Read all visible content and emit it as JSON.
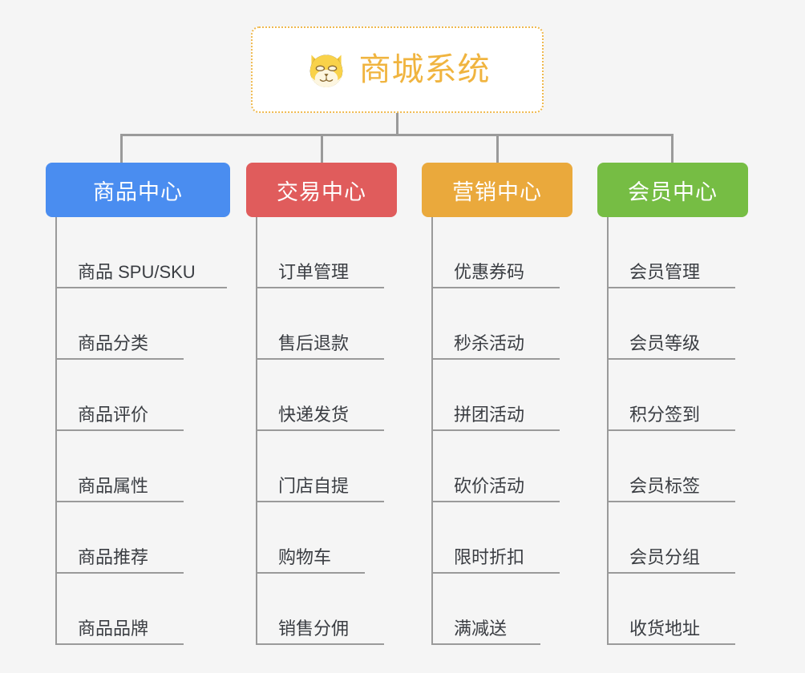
{
  "page": {
    "background_color": "#f5f5f5",
    "type": "mindmap"
  },
  "root": {
    "title": "商城系统",
    "icon": "shiba-dog-face-emoji",
    "text_color": "#f0b43f",
    "border_color": "#efb94f",
    "background_color": "#ffffff"
  },
  "connector_color": "#9a9a9a",
  "branches": [
    {
      "label": "商品中心",
      "color": "#4a8df0",
      "items": [
        "商品 SPU/SKU",
        "商品分类",
        "商品评价",
        "商品属性",
        "商品推荐",
        "商品品牌"
      ]
    },
    {
      "label": "交易中心",
      "color": "#e05c5c",
      "items": [
        "订单管理",
        "售后退款",
        "快递发货",
        "门店自提",
        "购物车",
        "销售分佣"
      ]
    },
    {
      "label": "营销中心",
      "color": "#eaa93c",
      "items": [
        "优惠券码",
        "秒杀活动",
        "拼团活动",
        "砍价活动",
        "限时折扣",
        "满减送"
      ]
    },
    {
      "label": "会员中心",
      "color": "#76bd44",
      "items": [
        "会员管理",
        "会员等级",
        "积分签到",
        "会员标签",
        "会员分组",
        "收货地址"
      ]
    }
  ]
}
